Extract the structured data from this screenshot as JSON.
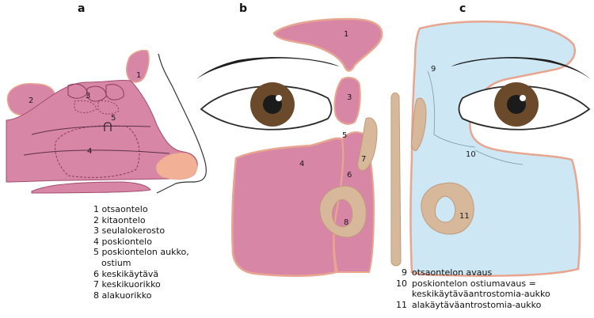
{
  "panels": [
    "a",
    "b",
    "c"
  ],
  "colors": {
    "pink_fill": "#d886a6",
    "pink_outline": "#a34d6f",
    "blue_fill": "#cde7f4",
    "bone": "#d8b89a",
    "salmon_border": "#e8a58f",
    "nose_tip": "#f2b196",
    "iris": "#6b4a2c",
    "pupil": "#1b1b1b"
  },
  "labels_a": [
    "1",
    "2",
    "3",
    "4",
    "5"
  ],
  "labels_b": [
    "1",
    "3",
    "4",
    "5",
    "6",
    "7",
    "8"
  ],
  "labels_c": [
    "9",
    "10",
    "11"
  ],
  "legend_a": [
    {
      "text": "1 otsaontelo"
    },
    {
      "text": "2 kitaontelo"
    },
    {
      "text": "3 seulalokerosto"
    },
    {
      "text": "4 poskiontelo"
    },
    {
      "text": "5 poskiontelon aukko,"
    },
    {
      "text": "ostium"
    },
    {
      "text": "6 keskikäytävä"
    },
    {
      "text": "7 keskikuorikko"
    },
    {
      "text": "8 alakuorikko"
    }
  ],
  "legend_c": [
    {
      "num": "9",
      "text": "otsaontelon avaus"
    },
    {
      "num": "10",
      "text": "poskiontelon ostiumavaus ="
    },
    {
      "num": "",
      "text": "keskikäytäväantrostomia-aukko"
    },
    {
      "num": "11",
      "text": "alakäytäväantrostomia-aukko"
    }
  ]
}
